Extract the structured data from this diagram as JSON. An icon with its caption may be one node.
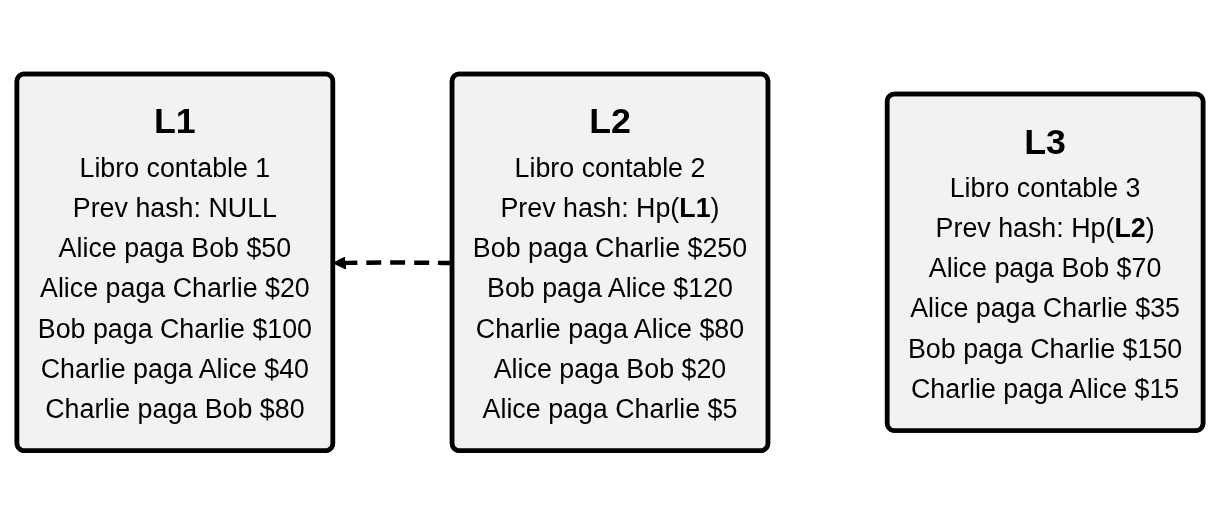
{
  "diagram": {
    "nodes": [
      {
        "text": [
          "L1",
          "Libro contable 1",
          "Prev hash: NULL",
          "Alice paga Bob $50",
          "Alice paga Charlie $20",
          "Bob paga Charlie $100",
          "Charlie paga Alice $40",
          "Charlie paga Bob $80"
        ]
      },
      {
        "text": [
          "L2",
          "Libro contable 2",
          "Prev hash: Hp(**L1**)",
          "Bob paga Charlie $250",
          "Bob paga Alice $120",
          "Charlie paga Alice $80",
          "Alice paga Bob $20",
          "Alice paga Charlie $5"
        ]
      },
      {
        "text": [
          "L3",
          "Libro contable 3",
          "Prev hash: Hp(**L2**)",
          "Alice paga Bob $70",
          "Alice paga Charlie $35",
          "Bob paga Charlie $150",
          "Charlie paga Alice $15"
        ]
      }
    ],
    "edges": [
      {
        "from": 1,
        "to": 0,
        "arrow": "to",
        "style": "dashed"
      }
    ]
  }
}
